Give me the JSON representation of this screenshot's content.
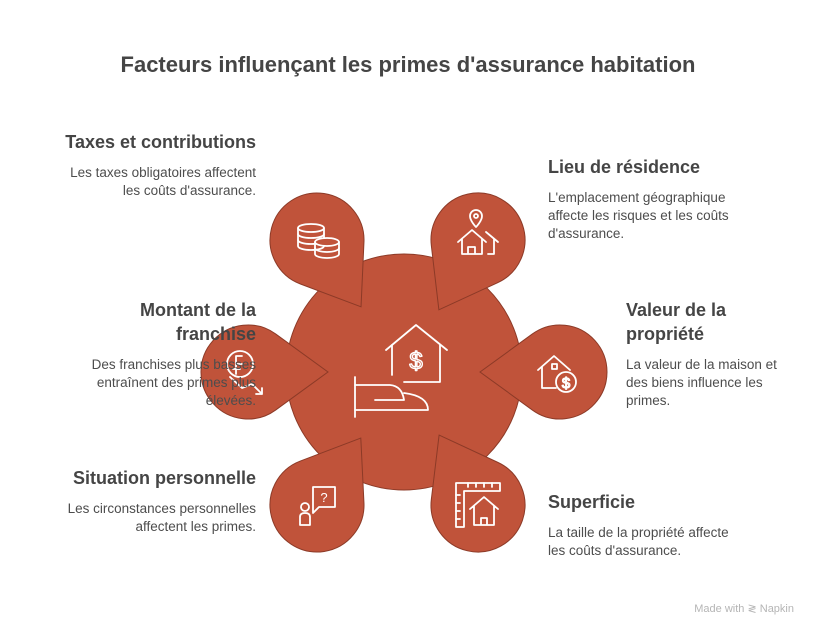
{
  "title": "Facteurs influençant les primes d'assurance habitation",
  "colors": {
    "fill": "#C0533A",
    "stroke": "#8C3A27",
    "icon": "#FFFFFF"
  },
  "center_icon": "house-dollar-hand-icon",
  "factors": [
    {
      "id": "taxes",
      "title": "Taxes et contributions",
      "text": "Les taxes obligatoires affectent les coûts d'assurance.",
      "icon": "coins-stack-icon",
      "side": "left",
      "angle": -55
    },
    {
      "id": "lieu",
      "title": "Lieu de résidence",
      "text": "L'emplacement géographique affecte les risques et les coûts d'assurance.",
      "icon": "location-houses-icon",
      "side": "right",
      "angle": -125
    },
    {
      "id": "franchise",
      "title": "Montant de la franchise",
      "text": "Des franchises plus basses entraînent des primes plus élevées.",
      "icon": "franc-down-arrow-icon",
      "side": "left",
      "angle": 0
    },
    {
      "id": "valeur",
      "title": "Valeur de la propriété",
      "text": "La valeur de la maison et des biens influence les primes.",
      "icon": "house-dollar-icon",
      "side": "right",
      "angle": 180
    },
    {
      "id": "situation",
      "title": "Situation personnelle",
      "text": "Les circonstances personnelles affectent les primes.",
      "icon": "person-question-icon",
      "side": "left",
      "angle": 55
    },
    {
      "id": "superficie",
      "title": "Superficie",
      "text": "La taille de la propriété affecte les coûts d'assurance.",
      "icon": "ruler-house-icon",
      "side": "right",
      "angle": 125
    }
  ],
  "footer": {
    "text": "Made with",
    "brand": "Napkin",
    "logo": "napkin-logo-icon"
  }
}
